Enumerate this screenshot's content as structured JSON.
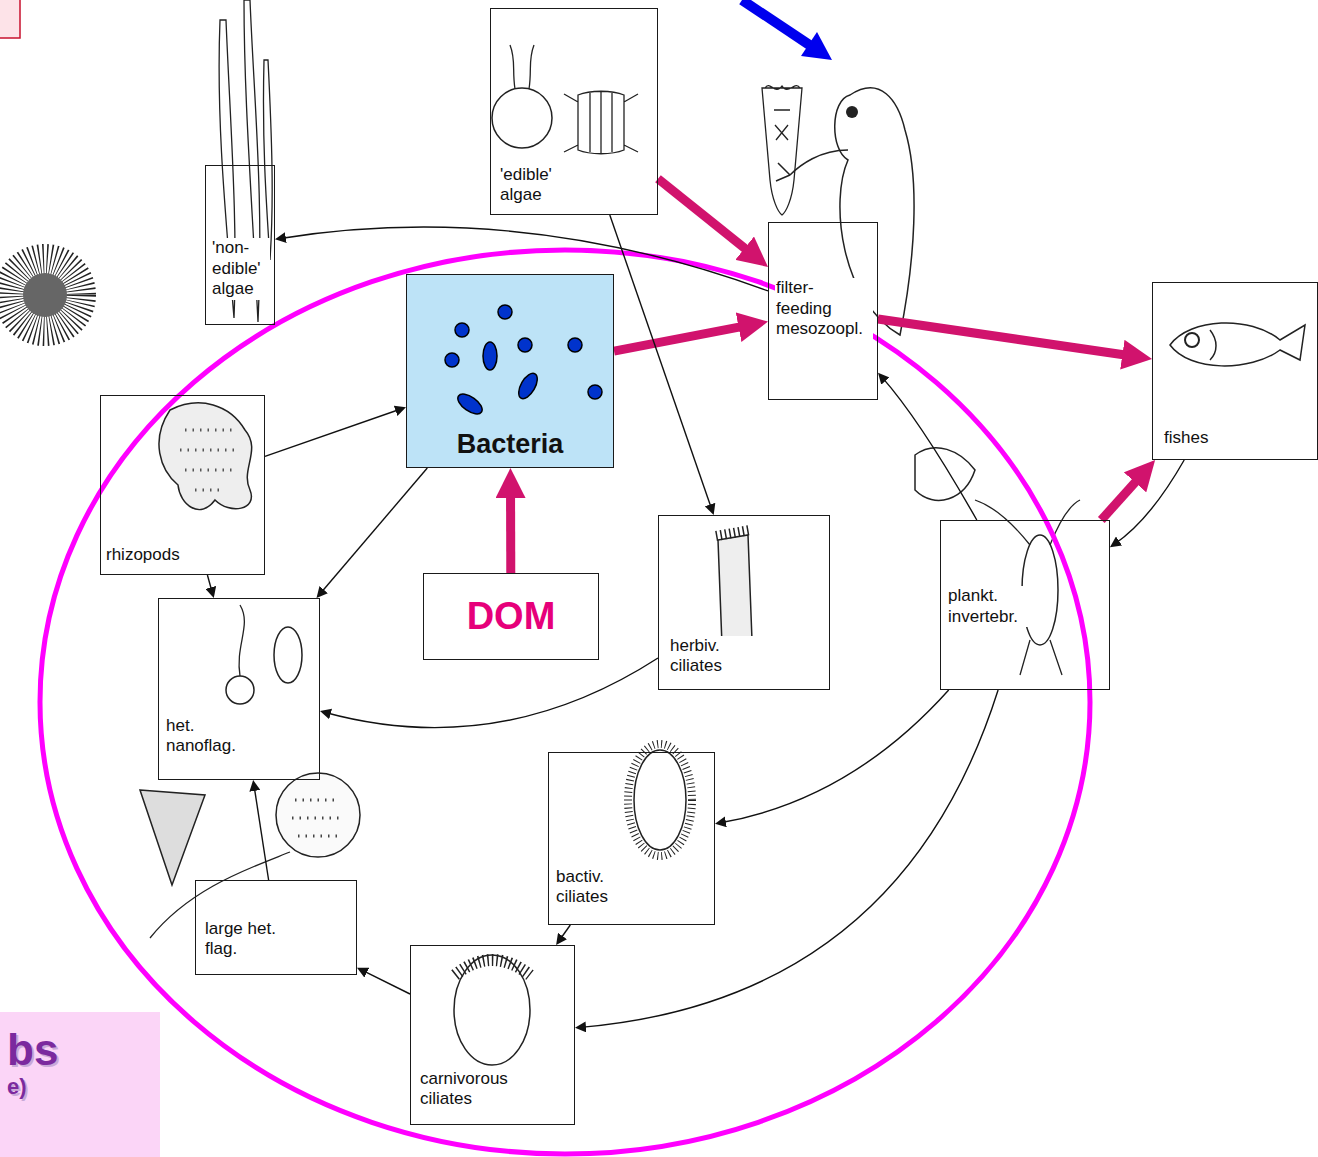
{
  "diagram": {
    "nodes": [
      {
        "text": [
          "'edible' algae"
        ]
      },
      {
        "text": [
          "'non- edible' algae"
        ]
      },
      {
        "text": [
          "filter- feeding mesozoopl."
        ]
      },
      {
        "text": [
          "fishes"
        ]
      },
      {
        "text": [
          "rhizopods"
        ]
      },
      {
        "text": [
          "Bacteria"
        ]
      },
      {
        "text": [
          "DOM"
        ]
      },
      {
        "text": [
          "herbiv. ciliates"
        ]
      },
      {
        "text": [
          "plankt. invertebr."
        ]
      },
      {
        "text": [
          "het. nanoflag."
        ]
      },
      {
        "text": [
          "bactiv. ciliates"
        ]
      },
      {
        "text": [
          "large het. flag."
        ]
      },
      {
        "text": [
          "carnivorous ciliates"
        ]
      },
      {
        "text": [
          "bs",
          "e)"
        ]
      }
    ],
    "edges": [
      {
        "from": 6,
        "to": 5,
        "arrow": "to"
      },
      {
        "from": 0,
        "to": 2,
        "arrow": "to"
      },
      {
        "from": 5,
        "to": 2,
        "arrow": "to"
      },
      {
        "from": 2,
        "to": 3,
        "arrow": "to"
      },
      {
        "from": 8,
        "to": 3,
        "arrow": "to"
      },
      {
        "from": 2,
        "to": 1,
        "arrow": "to"
      },
      {
        "from": 3,
        "to": 8,
        "arrow": "to"
      },
      {
        "from": 8,
        "to": 2,
        "arrow": "to"
      },
      {
        "from": 5,
        "to": 9,
        "arrow": "to"
      },
      {
        "from": 4,
        "to": 5,
        "arrow": "to"
      },
      {
        "from": 0,
        "to": 7,
        "arrow": "to"
      },
      {
        "from": 7,
        "to": 9,
        "arrow": "to"
      },
      {
        "from": 11,
        "to": 9,
        "arrow": "to"
      },
      {
        "from": 12,
        "to": 11,
        "arrow": "to"
      },
      {
        "from": 8,
        "to": 12,
        "arrow": "to"
      },
      {
        "from": 8,
        "to": 10,
        "arrow": "to"
      },
      {
        "from": 10,
        "to": 12,
        "arrow": "to"
      },
      {
        "from": 4,
        "to": 9,
        "arrow": "to"
      }
    ]
  }
}
